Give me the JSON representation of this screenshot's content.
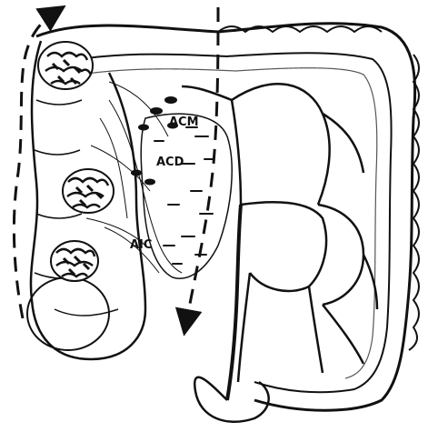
{
  "labels": {
    "acm": "ACM",
    "acd": "ACD",
    "aic": "AIC"
  },
  "colors": {
    "ink": "#111111",
    "paper": "#ffffff"
  }
}
